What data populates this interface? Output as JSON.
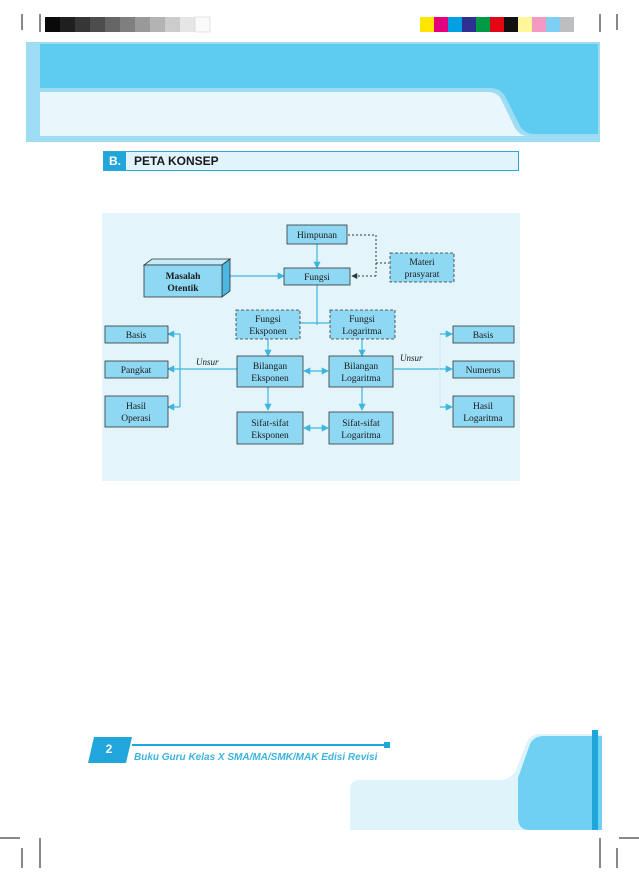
{
  "colors": {
    "accent": "#21a6dc",
    "header_light": "#6fd0f4",
    "diagram_bg": "#e3f5fb",
    "box_fill": "#8fd8f3",
    "line": "#3cb6e0"
  },
  "section": {
    "number": "B.",
    "title": "PETA KONSEP"
  },
  "diagram": {
    "himpunan": "Himpunan",
    "materi_prasyarat": [
      "Materi",
      "prasyarat"
    ],
    "masalah_otentik": [
      "Masalah",
      "Otentik"
    ],
    "fungsi": "Fungsi",
    "fungsi_eksponen": [
      "Fungsi",
      "Eksponen"
    ],
    "fungsi_logaritma": [
      "Fungsi",
      "Logaritma"
    ],
    "bilangan_eksponen": [
      "Bilangan",
      "Eksponen"
    ],
    "bilangan_logaritma": [
      "Bilangan",
      "Logaritma"
    ],
    "sifat_eksponen": [
      "Sifat-sifat",
      "Eksponen"
    ],
    "sifat_logaritma": [
      "Sifat-sifat",
      "Logaritma"
    ],
    "left_basis": "Basis",
    "left_pangkat": "Pangkat",
    "left_hasil_operasi": [
      "Hasil",
      "Operasi"
    ],
    "right_basis": "Basis",
    "right_numerus": "Numerus",
    "right_hasil_logaritma": [
      "Hasil",
      "Logaritma"
    ],
    "unsur_left": "Unsur",
    "unsur_right": "Unsur"
  },
  "footer": {
    "page_number": "2",
    "book_title": "Buku Guru Kelas X SMA/MA/SMK/MAK Edisi Revisi"
  }
}
